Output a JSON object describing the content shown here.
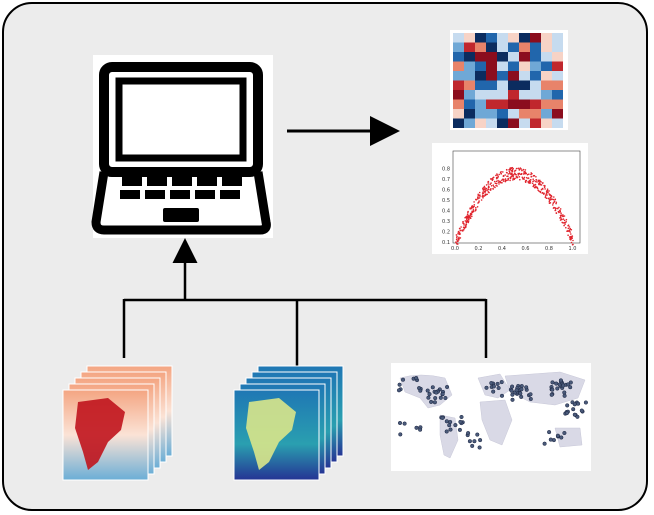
{
  "laptop": {
    "icon": "laptop-icon"
  },
  "heatmap": {
    "rows": 10,
    "cols": 10,
    "palette": [
      "#0b2c5f",
      "#2166ac",
      "#6fa8d6",
      "#c6dbef",
      "#f7d3c6",
      "#e8836a",
      "#c0272d",
      "#8b0d1e"
    ]
  },
  "scatter_plot": {
    "x_ticks": [
      "0.0",
      "0.2",
      "0.4",
      "0.6",
      "0.8",
      "1.0"
    ],
    "y_ticks": [
      "0.1",
      "0.2",
      "0.3",
      "0.4",
      "0.5",
      "0.6",
      "0.7",
      "0.8"
    ],
    "color": "#e0252e"
  },
  "inputs": [
    {
      "name": "temperature-map-stack",
      "palette": "red-blue"
    },
    {
      "name": "vegetation-map-stack",
      "palette": "green-blue"
    },
    {
      "name": "world-point-map",
      "palette": "grey-navy"
    }
  ]
}
